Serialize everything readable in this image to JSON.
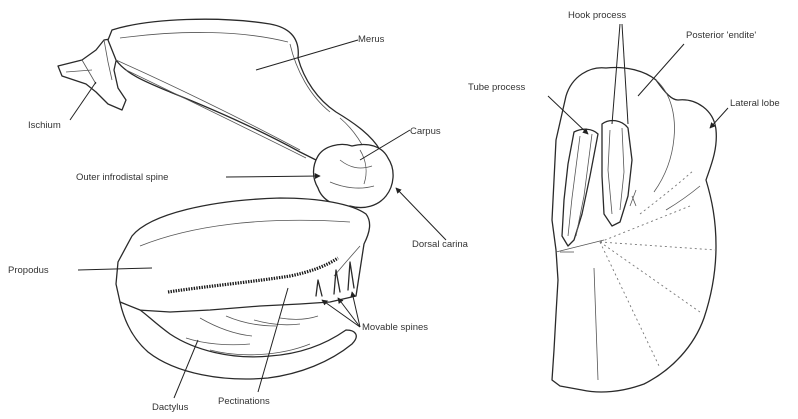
{
  "labels": {
    "ischium": "Ischium",
    "merus": "Merus",
    "carpus": "Carpus",
    "outer_spine": "Outer infrodistal spine",
    "dorsal_carina": "Dorsal carina",
    "propodus": "Propodus",
    "movable_spines": "Movable spines",
    "dactylus": "Dactylus",
    "pectinations": "Pectinations",
    "hook_process": "Hook process",
    "posterior_endite": "Posterior 'endite'",
    "tube_process": "Tube process",
    "lateral_lobe": "Lateral lobe"
  }
}
